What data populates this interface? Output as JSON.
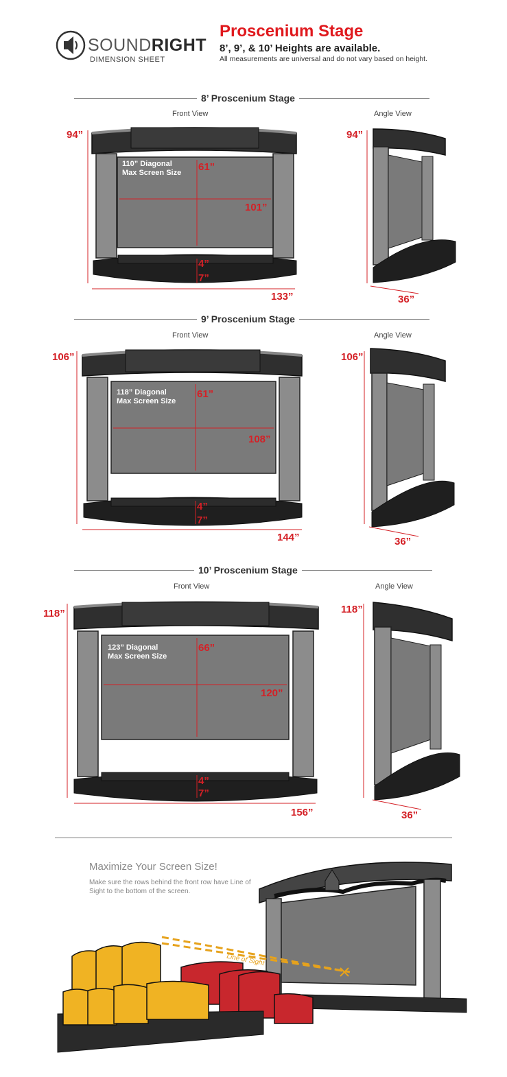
{
  "header": {
    "brand_light": "SOUND",
    "brand_bold": "RIGHT",
    "brand_sub": "DIMENSION SHEET",
    "title": "Proscenium Stage",
    "subtitle": "8’, 9’, & 10’ Heights are available.",
    "note": "All measurements are universal and do not vary based on height.",
    "icon": "speaker-icon"
  },
  "stages": [
    {
      "title": "8’ Proscenium Stage",
      "front_label": "Front View",
      "angle_label": "Angle View",
      "height": "94”",
      "angle_height": "94”",
      "diagonal": "110” Diagonal",
      "max_label": "Max Screen Size",
      "screen_height": "61”",
      "screen_width": "101”",
      "step1": "4”",
      "step2": "7”",
      "width": "133”",
      "depth": "36”"
    },
    {
      "title": "9’ Proscenium Stage",
      "front_label": "Front View",
      "angle_label": "Angle View",
      "height": "106”",
      "angle_height": "106”",
      "diagonal": "118” Diagonal",
      "max_label": "Max Screen Size",
      "screen_height": "61”",
      "screen_width": "108”",
      "step1": "4”",
      "step2": "7”",
      "width": "144”",
      "depth": "36”"
    },
    {
      "title": "10’ Proscenium Stage",
      "front_label": "Front View",
      "angle_label": "Angle View",
      "height": "118”",
      "angle_height": "118”",
      "diagonal": "123” Diagonal",
      "max_label": "Max Screen Size",
      "screen_height": "66”",
      "screen_width": "120”",
      "step1": "4”",
      "step2": "7”",
      "width": "156”",
      "depth": "36”"
    }
  ],
  "bottom": {
    "title": "Maximize Your Screen Size!",
    "note": "Make sure the rows behind the front row have Line of Sight to the bottom of the screen.",
    "line_of_sight": "Line of Sight"
  },
  "colors": {
    "accent": "#e0191e",
    "dimension": "#d42026",
    "column": "#8c8c8c",
    "screen": "#7a7a7a",
    "dark": "#2b2b2b",
    "seat_front": "#f0b323",
    "seat_back": "#c8272d",
    "sight": "#e6a21c"
  }
}
